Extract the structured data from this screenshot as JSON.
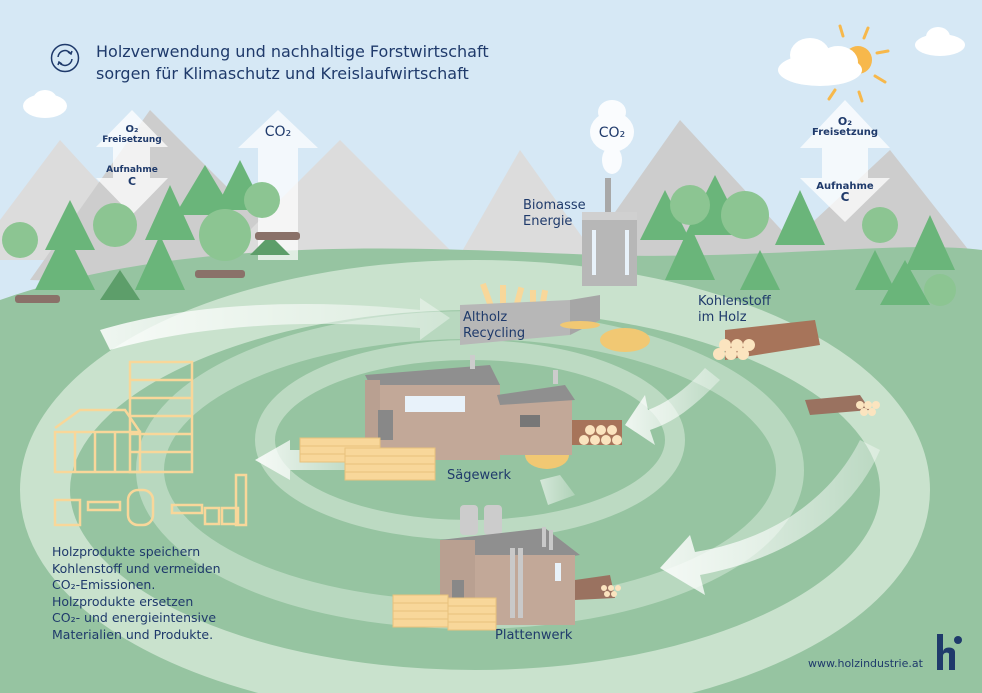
{
  "title": {
    "line1": "Holzverwendung und nachhaltige Forstwirtschaft",
    "line2": "sorgen für Klimaschutz und Kreislaufwirtschaft",
    "icon": "cycle-arrows-icon"
  },
  "left_forest_arrow": {
    "top": "O₂",
    "top_sub": "Freisetzung",
    "bottom": "Aufnahme",
    "bottom_sub": "C"
  },
  "left_co2_arrow": "CO₂",
  "chimney_co2": "CO₂",
  "right_forest_arrow": {
    "top": "O₂",
    "top_sub": "Freisetzung",
    "bottom": "Aufnahme",
    "bottom_sub": "C"
  },
  "labels": {
    "biomasse_line1": "Biomasse",
    "biomasse_line2": "Energie",
    "altholz_line1": "Altholz",
    "altholz_line2": "Recycling",
    "kohlenstoff_line1": "Kohlenstoff",
    "kohlenstoff_line2": "im Holz",
    "saegewerk": "Sägewerk",
    "plattenwerk": "Plattenwerk"
  },
  "body_text": {
    "line1": "Holzprodukte speichern",
    "line2": "Kohlenstoff und vermeiden",
    "line3": "CO₂-Emissionen.",
    "line4": "Holzprodukte ersetzen",
    "line5": "CO₂- und energieintensive",
    "line6": "Materialien und Produkte."
  },
  "footer": {
    "url": "www.holzindustrie.at",
    "logo": "hi-logo"
  },
  "colors": {
    "sky": "#d6e8f5",
    "mountain": "#cfcfcf",
    "grass_dark": "#96c4a1",
    "grass_light": "#c9e2cd",
    "text": "#1f3a6b",
    "wood": "#f8d79a",
    "factory": "#c2a898",
    "sun": "#f7b84b"
  }
}
